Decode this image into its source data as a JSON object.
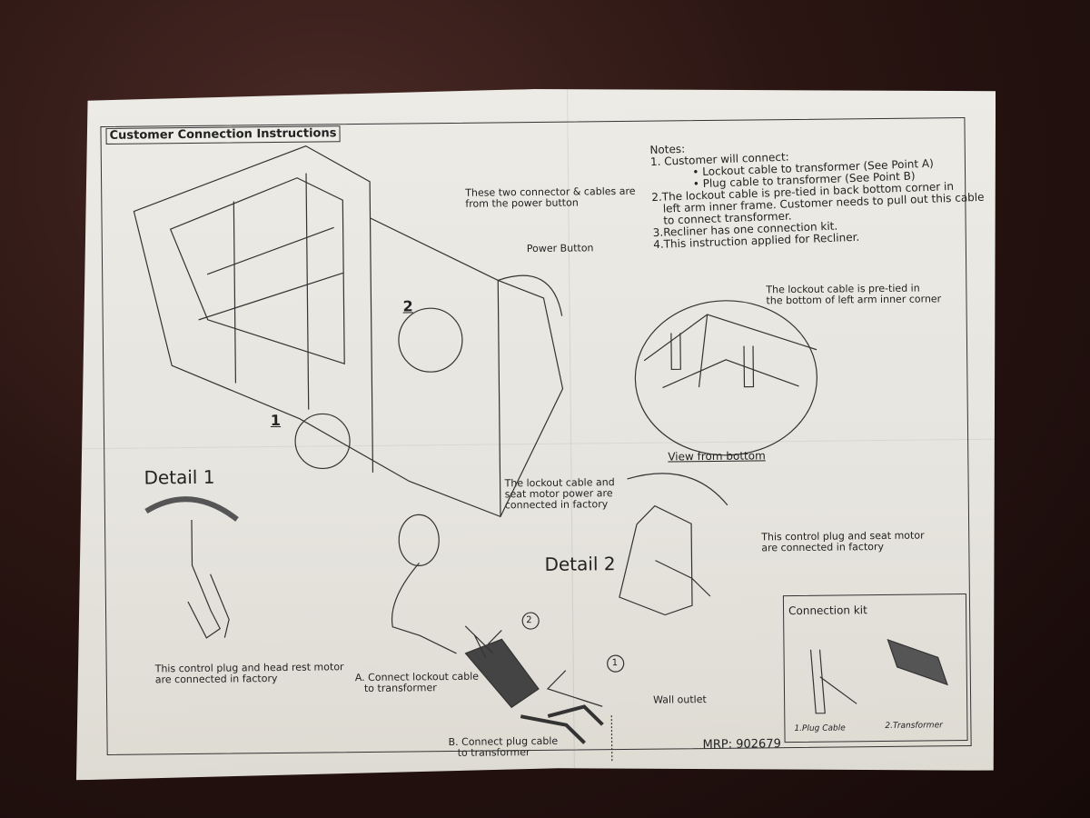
{
  "title": "Customer Connection Instructions",
  "notes": {
    "heading": "Notes:",
    "item1": "1. Customer will connect:",
    "bullet_a": "•   Lockout cable to transformer (See Point A)",
    "bullet_b": "•   Plug cable to transformer (See Point B)",
    "item2_l1": "2.The lockout cable is pre-tied in back bottom corner in",
    "item2_l2": "left arm inner frame. Customer needs to pull out this cable",
    "item2_l3": "to connect transformer.",
    "item3": "3.Recliner has one connection kit.",
    "item4": "4.This instruction applied for Recliner."
  },
  "callouts": {
    "connectors_l1": "These two connector & cables are",
    "connectors_l2": "from the power button",
    "power_button": "Power Button",
    "lockout_pretied_l1": "The lockout cable is pre-tied in",
    "lockout_pretied_l2": "the bottom of left arm inner corner",
    "view_from_bottom": "View from bottom",
    "lockout_seat_l1": "The lockout cable and",
    "lockout_seat_l2": "seat motor power are",
    "lockout_seat_l3": "connected in factory",
    "control_seat_l1": "This control  plug and seat motor",
    "control_seat_l2": "are connected in factory",
    "control_head_l1": "This control  plug and head rest motor",
    "control_head_l2": "are connected in factory",
    "step_a_l1": "A. Connect lockout cable",
    "step_a_l2": "to transformer",
    "step_b_l1": "B. Connect plug cable",
    "step_b_l2": "to transformer",
    "wall_outlet": "Wall outlet",
    "num1": "1",
    "num2": "2",
    "circle1": "1",
    "circle2": "2"
  },
  "detail1": "Detail 1",
  "detail2": "Detail 2",
  "kit": {
    "title": "Connection kit",
    "item1": "1.Plug Cable",
    "item2": "2.Transformer"
  },
  "mrp": "MRP: 902679"
}
